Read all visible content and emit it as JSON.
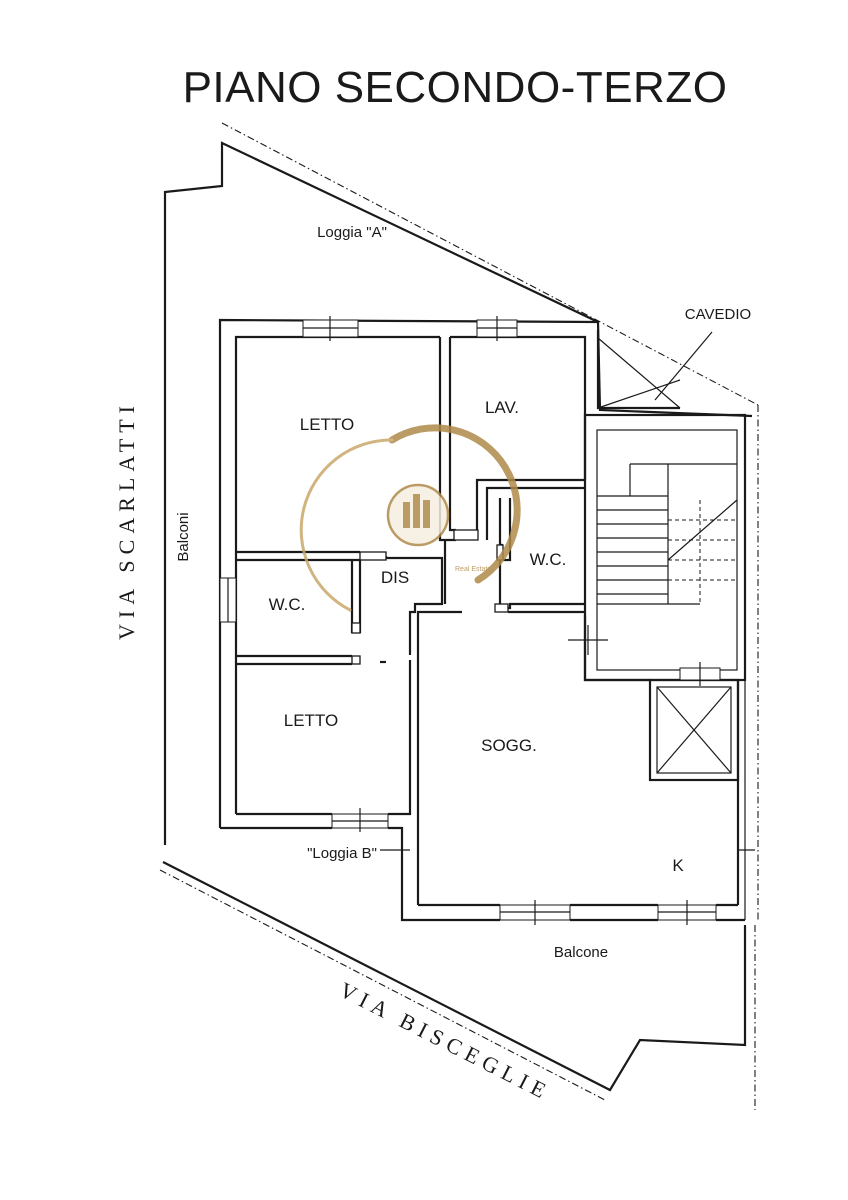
{
  "plan": {
    "title": "PIANO SECONDO-TERZO",
    "rooms": {
      "loggia_a": "Loggia \"A\"",
      "cavedio": "CAVEDIO",
      "letto_top": "LETTO",
      "lav": "LAV.",
      "wc_right": "W.C.",
      "dis": "DIS",
      "wc_left": "W.C.",
      "letto_bottom": "LETTO",
      "sogg": "SOGG.",
      "k": "K",
      "loggia_b": "\"Loggia B\"",
      "balcone": "Balcone",
      "balconi": "Balconi"
    },
    "streets": {
      "via_scarlatti": "VIA SCARLATTI",
      "via_bisceglie": "VIA BISCEGLIE"
    },
    "watermark": {
      "text": "Real Estate",
      "color": "#b08a4a"
    }
  }
}
